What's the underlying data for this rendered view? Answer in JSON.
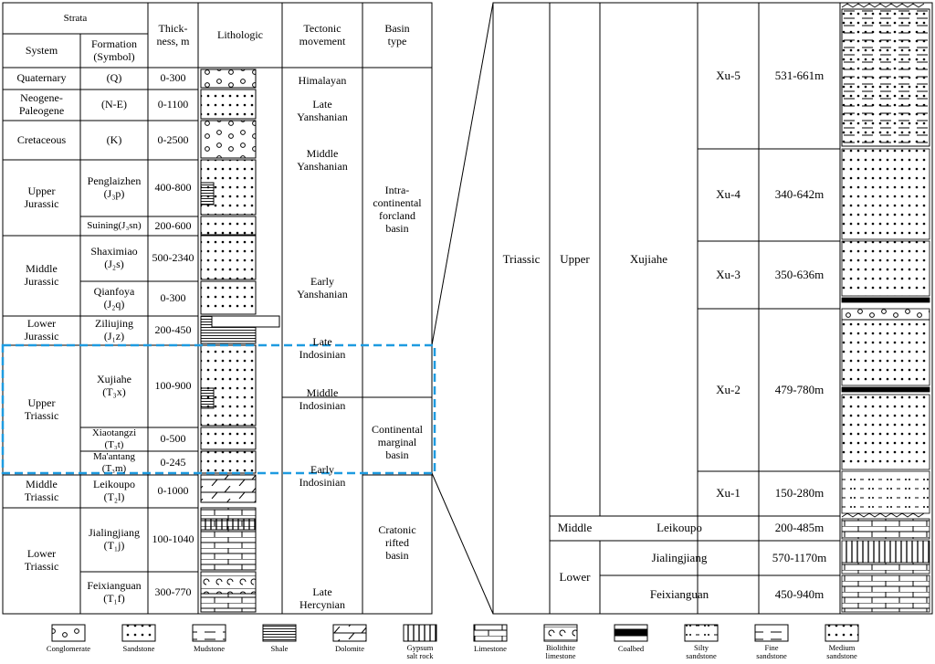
{
  "left_header": {
    "strata": "Strata",
    "system": "System",
    "formation": "Formation\n(Symbol)",
    "thickness": "Thick-\nness, m",
    "lithologic": "Lithologic",
    "tectonic": "Tectonic\nmovement",
    "basin": "Basin\ntype"
  },
  "systems": [
    "Quaternary",
    "Neogene-\nPaleogene",
    "Cretaceous",
    "Upper\nJurassic",
    "Middle\nJurassic",
    "Lower\nJurassic",
    "Upper\nTriassic",
    "Middle\nTriassic",
    "Lower\nTriassic"
  ],
  "formations": [
    "(Q)",
    "(N-E)",
    "(K)",
    "Penglaizhen\n(J₃p)",
    "Suining(J₃sn)",
    "Shaximiao\n(J₂s)",
    "Qianfoya\n(J₂q)",
    "Ziliujing\n(J₁z)",
    "Xujiahe\n(T₃x)",
    "Xiaotangzi\n(T₃t)",
    "Ma'antang\n(T₃m)",
    "Leikoupo\n(T₂l)",
    "Jialingjiang\n(T₁j)",
    "Feixianguan\n(T₁f)"
  ],
  "thicknesses": [
    "0-300",
    "0-1100",
    "0-2500",
    "400-800",
    "200-600",
    "500-2340",
    "0-300",
    "200-450",
    "100-900",
    "0-500",
    "0-245",
    "0-1000",
    "100-1040",
    "300-770"
  ],
  "tectonic": [
    "Himalayan",
    "Late\nYanshanian",
    "Middle\nYanshanian",
    "Early\nYanshanian",
    "Late\nIndosinian",
    "Middle\nIndosinian",
    "Early\nIndosinian",
    "Late\nHercynian"
  ],
  "basins": [
    "Intra-\ncontinental\nforcland\nbasin",
    "Continental\nmarginal\nbasin",
    "Cratonic\nrifted\nbasin"
  ],
  "right": {
    "system": "Triassic",
    "series_upper": "Upper",
    "series_middle": "Middle",
    "series_lower": "Lower",
    "xujiahe": "Xujiahe",
    "leikoupo": "Leikoupo",
    "jialingjiang": "Jialingjiang",
    "feixianguan": "Feixianguan",
    "members": [
      {
        "name": "Xu-5",
        "thick": "531-661m"
      },
      {
        "name": "Xu-4",
        "thick": "340-642m"
      },
      {
        "name": "Xu-3",
        "thick": "350-636m"
      },
      {
        "name": "Xu-2",
        "thick": "479-780m"
      },
      {
        "name": "Xu-1",
        "thick": "150-280m"
      }
    ],
    "leikoupo_thick": "200-485m",
    "jialingjiang_thick": "570-1170m",
    "feixianguan_thick": "450-940m"
  },
  "legend": [
    "Conglomerate",
    "Sandstone",
    "Mudstone",
    "Shale",
    "Dolomite",
    "Gypsum\nsalt rock",
    "Limestone",
    "Biolithite\nlimestone",
    "Coalbed",
    "Silty\nsandstone",
    "Fine\nsandstone",
    "Medium\nsandstone"
  ],
  "colors": {
    "highlight": "#1e9be0",
    "line": "#000000"
  }
}
